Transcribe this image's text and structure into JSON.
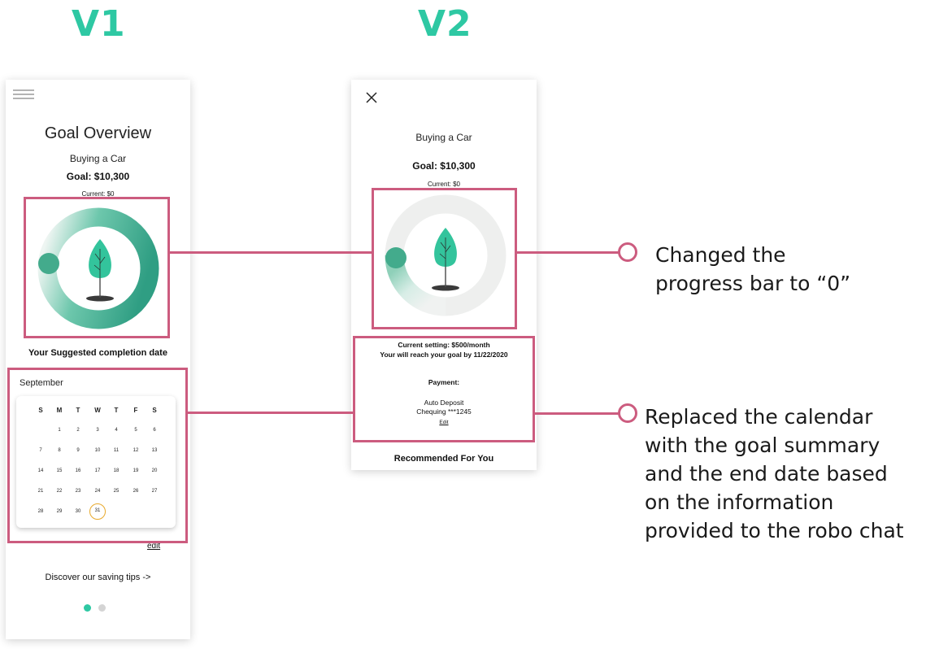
{
  "labels": {
    "v1": "V1",
    "v2": "V2"
  },
  "v1": {
    "title": "Goal Overview",
    "goal_name": "Buying a Car",
    "goal_amount": "Goal: $10,300",
    "current": "Current: $0",
    "suggested_label": "Your Suggested completion date",
    "month": "September",
    "weekdays": [
      "S",
      "M",
      "T",
      "W",
      "T",
      "F",
      "S"
    ],
    "calendar_weeks": [
      [
        "",
        "1",
        "2",
        "3",
        "4",
        "5",
        "6"
      ],
      [
        "7",
        "8",
        "9",
        "10",
        "11",
        "12",
        "13"
      ],
      [
        "14",
        "15",
        "16",
        "17",
        "18",
        "19",
        "20"
      ],
      [
        "21",
        "22",
        "23",
        "24",
        "25",
        "26",
        "27"
      ],
      [
        "28",
        "29",
        "30",
        "31",
        "",
        "",
        ""
      ]
    ],
    "selected_day": "31",
    "edit": "edit",
    "tips": "Discover our saving tips ->"
  },
  "v2": {
    "goal_name": "Buying a Car",
    "goal_amount": "Goal: $10,300",
    "current": "Current: $0",
    "setting": "Current setting: $500/month",
    "reach": "Your will reach your goal by 11/22/2020",
    "payment_label": "Payment:",
    "auto_deposit": "Auto Deposit",
    "account": "Chequing ***1245",
    "edit": "Edit",
    "recommended": "Recommended For You"
  },
  "annotations": {
    "progress": [
      "Changed the",
      "progress bar to “0”"
    ],
    "summary": [
      "Replaced the calendar",
      "with the goal summary",
      "and the end date based",
      "on the information",
      "provided to the robo chat"
    ]
  },
  "colors": {
    "accent": "#2ec8a3",
    "highlight": "#cc5c7f",
    "selected_day": "#e8a92c"
  },
  "icons": {
    "menu": "hamburger-menu-icon",
    "close": "close-icon",
    "tree": "tree-icon"
  }
}
